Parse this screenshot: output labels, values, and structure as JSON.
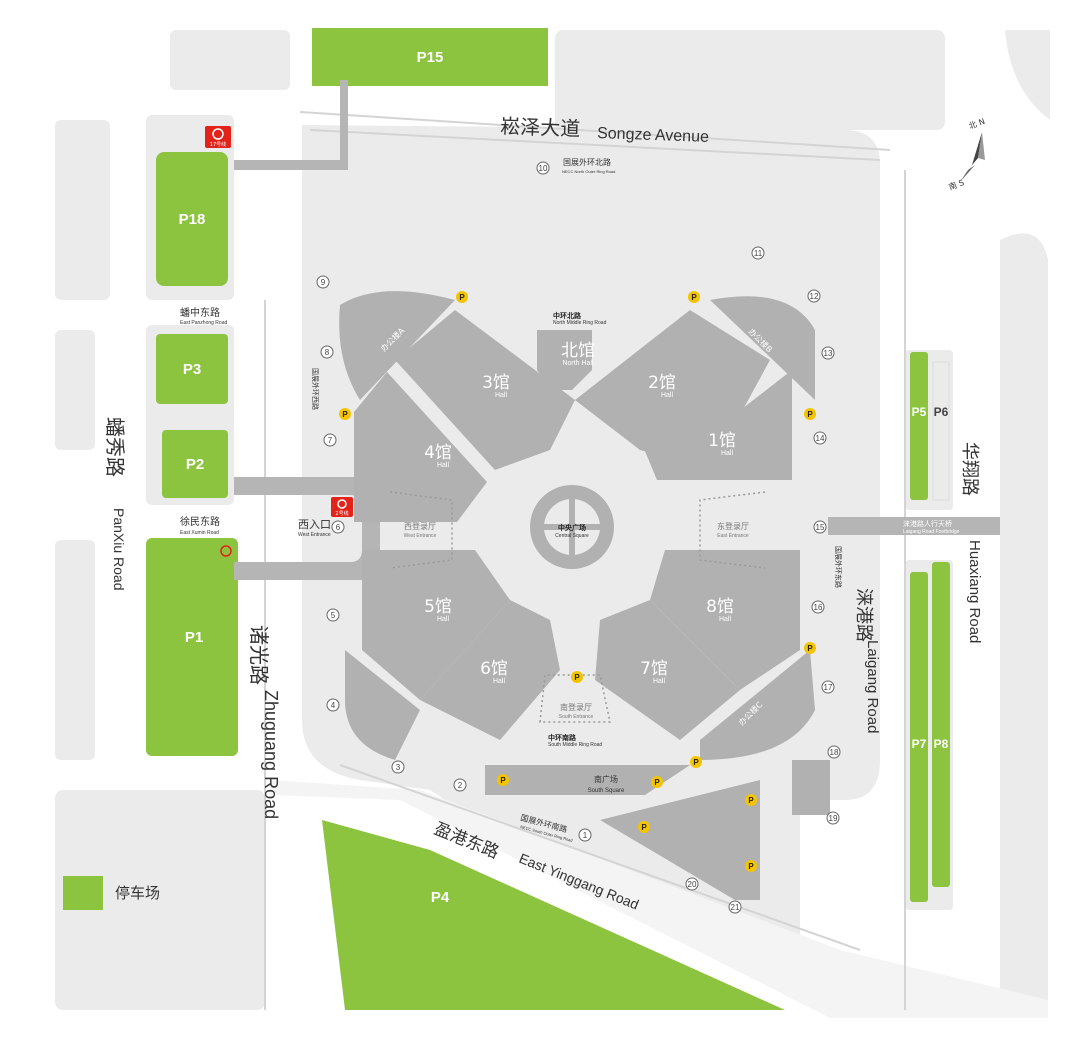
{
  "colors": {
    "parking": "#8dc43f",
    "hall": "#b1b1b1",
    "block": "#ebebeb",
    "background": "#ffffff",
    "metro": "#e2231a",
    "parking_marker": "#f5c400"
  },
  "roads": {
    "songze": {
      "cn": "崧泽大道",
      "en": "Songze Avenue"
    },
    "zhuguang": {
      "cn": "诸光路",
      "en": "Zhuguang Road"
    },
    "laigang": {
      "cn": "涞港路",
      "en": "Laigang Road"
    },
    "huaxiang": {
      "cn": "华翔路",
      "en": "Huaxiang Road"
    },
    "panxiu": {
      "cn": "蟠秀路",
      "en": "PanXiu Road"
    },
    "yinggang": {
      "cn": "盈港东路",
      "en": "East Yinggang Road"
    },
    "panzhong": {
      "cn": "蟠中东路",
      "en": "East Panzhong Road"
    },
    "xumin": {
      "cn": "徐民东路",
      "en": "East Xumin Road"
    },
    "outer_north": {
      "cn": "国展外环北路",
      "en": "NECC North Outer Ring Road"
    },
    "outer_south": {
      "cn": "国展外环南路",
      "en": "NECC South Outer Ring Road"
    },
    "outer_west": {
      "cn": "国展外环西路"
    },
    "outer_east": {
      "cn": "国展外环东路"
    },
    "middle_north": {
      "cn": "中环北路",
      "en": "North Middle Ring Road"
    },
    "middle_south": {
      "cn": "中环南路",
      "en": "South Middle Ring Road"
    },
    "laihong_bridge": {
      "cn": "涞港路人行天桥",
      "en": "Laigang Road Footbridge"
    }
  },
  "parking_lots": [
    "P15",
    "P18",
    "P3",
    "P2",
    "P1",
    "P4",
    "P5",
    "P6",
    "P7",
    "P8"
  ],
  "halls": [
    {
      "num": "北馆",
      "en": "North Hall"
    },
    {
      "num": "1馆",
      "en": "Hall"
    },
    {
      "num": "2馆",
      "en": "Hall"
    },
    {
      "num": "3馆",
      "en": "Hall"
    },
    {
      "num": "4馆",
      "en": "Hall"
    },
    {
      "num": "5馆",
      "en": "Hall"
    },
    {
      "num": "6馆",
      "en": "Hall"
    },
    {
      "num": "7馆",
      "en": "Hall"
    },
    {
      "num": "8馆",
      "en": "Hall"
    }
  ],
  "places": {
    "central_square": {
      "cn": "中央广场",
      "en": "Central Square"
    },
    "south_square": {
      "cn": "南广场",
      "en": "South Square"
    },
    "west_entrance": {
      "cn": "西入口",
      "en": "West Entrance"
    },
    "west_lobby": {
      "cn": "西登录厅",
      "en": "West Entrance"
    },
    "east_lobby": {
      "cn": "东登录厅",
      "en": "East Entrance"
    },
    "south_lobby": {
      "cn": "南登录厅",
      "en": "South Entrance"
    },
    "office_a": {
      "cn": "办公楼A"
    },
    "office_b": {
      "cn": "办公楼B"
    },
    "office_c": {
      "cn": "办公楼C"
    }
  },
  "metro": {
    "line17": "17号线",
    "line2": "2号线"
  },
  "compass": {
    "north": "北 N",
    "south": "南 S"
  },
  "legend": {
    "label": "停车场"
  },
  "gates": [
    "1",
    "2",
    "3",
    "4",
    "5",
    "6",
    "7",
    "8",
    "9",
    "10",
    "11",
    "12",
    "13",
    "14",
    "15",
    "16",
    "17",
    "18",
    "19",
    "20",
    "21"
  ],
  "parking_marker": "P"
}
